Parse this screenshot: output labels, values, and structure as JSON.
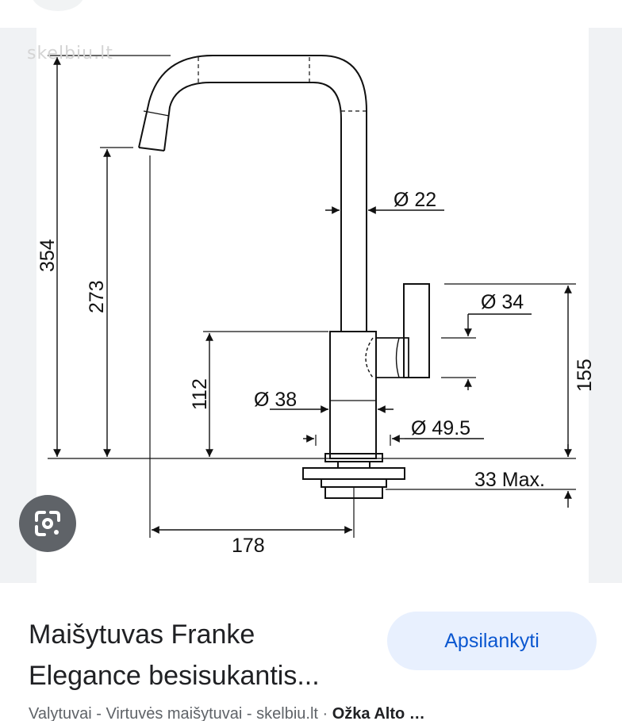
{
  "watermark": "skelbiu.lt",
  "dimensions": {
    "height_total": "354",
    "height_spout": "273",
    "height_body": "112",
    "height_lever": "155",
    "diameter_spout": "Ø 22",
    "diameter_lever": "Ø 34",
    "diameter_body": "Ø 38",
    "diameter_base": "Ø 49.5",
    "mount_thickness": "33 Max.",
    "reach": "178"
  },
  "result": {
    "title_line1": "Maišytuvas Franke",
    "title_line2": "Elegance besisukantis...",
    "visit_label": "Apsilankyti",
    "snippet_left": "Valytuvai - Virtuvės maišytuvai - skelbiu.lt ·",
    "snippet_right": "Ožka Alto  …"
  },
  "icons": {
    "lens": "google-lens-icon"
  }
}
